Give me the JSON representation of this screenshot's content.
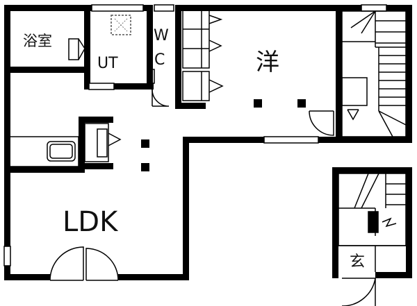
{
  "floor_plan": {
    "rooms": {
      "bath": "浴室",
      "utility": "UT",
      "wc_top": "W",
      "wc_bottom": "C",
      "western_room": "洋",
      "ldk": "LDK",
      "entrance": "玄"
    },
    "colors": {
      "wall": "#000000",
      "background": "#ffffff",
      "fixture_line": "#333333",
      "dashed": "#777777"
    }
  }
}
